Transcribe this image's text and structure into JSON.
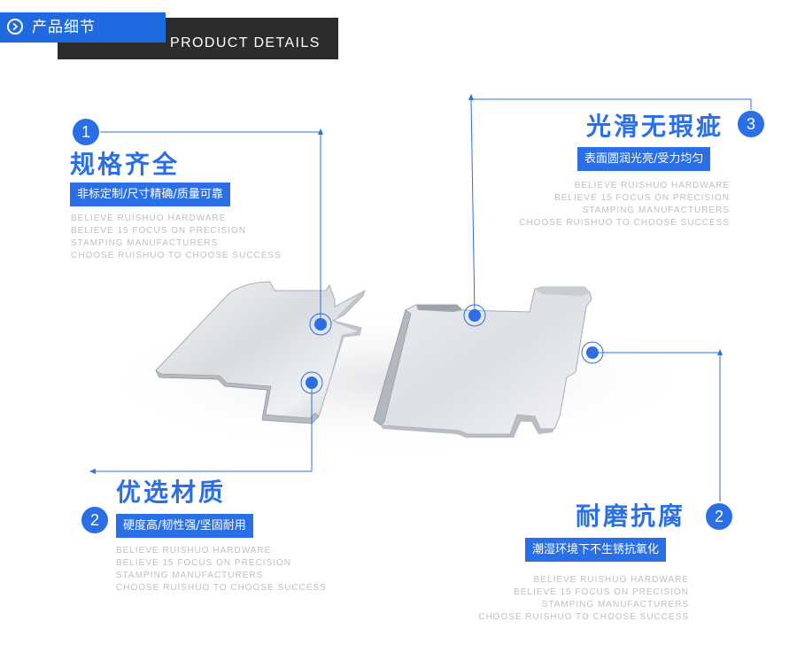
{
  "header": {
    "title_cn": "产品细节",
    "title_en": "PRODUCT DETAILS"
  },
  "callouts": [
    {
      "number": "1",
      "title": "规格齐全",
      "subtitle": "非标定制/尺寸精确/质量可靠",
      "lines": [
        "BELIEVE RUISHUO HARDWARE",
        "BELIEVE 15 FOCUS ON PRECISION",
        "STAMPING MANUFACTURERS",
        "CHOOSE RUISHUO TO CHOOSE SUCCESS"
      ]
    },
    {
      "number": "2",
      "title": "优选材质",
      "subtitle": "硬度高/韧性强/坚固耐用",
      "lines": [
        "BELIEVE RUISHUO HARDWARE",
        "BELIEVE 15 FOCUS ON PRECISION",
        "STAMPING MANUFACTURERS",
        "CHOOSE RUISHUO TO CHOOSE SUCCESS"
      ]
    },
    {
      "number": "3",
      "title": "光滑无瑕疵",
      "subtitle": "表面圆润光亮/受力均匀",
      "lines": [
        "BELIEVE RUISHUO HARDWARE",
        "BELIEVE 15 FOCUS ON PRECISION",
        "STAMPING MANUFACTURERS",
        "CHOOSE RUISHUO TO CHOOSE SUCCESS"
      ]
    },
    {
      "number": "2",
      "title": "耐磨抗腐",
      "subtitle": "潮湿环境下不生锈抗氧化",
      "lines": [
        "BELIEVE RUISHUO HARDWARE",
        "BELIEVE 15 FOCUS ON PRECISION",
        "STAMPING MANUFACTURERS",
        "CHOOSE RUISHUO TO CHOOSE SUCCESS"
      ]
    }
  ],
  "colors": {
    "accent": "#2a6fe6",
    "header_dark": "#2c2c2c",
    "header_blue": "#1f6ae0",
    "muted_text": "#c0c0c0"
  }
}
